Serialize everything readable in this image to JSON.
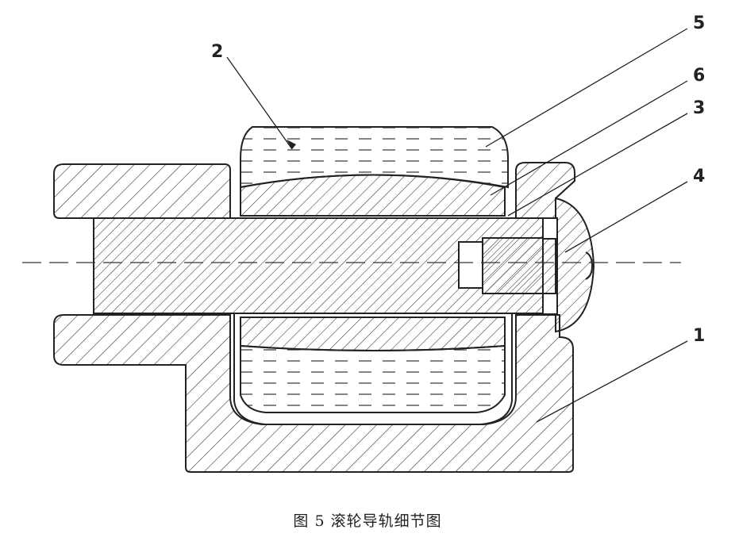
{
  "diagram": {
    "caption": "图 5 滚轮导轨细节图",
    "part_labels": [
      "1",
      "2",
      "3",
      "4",
      "5",
      "6"
    ],
    "line_color": "#222222"
  }
}
